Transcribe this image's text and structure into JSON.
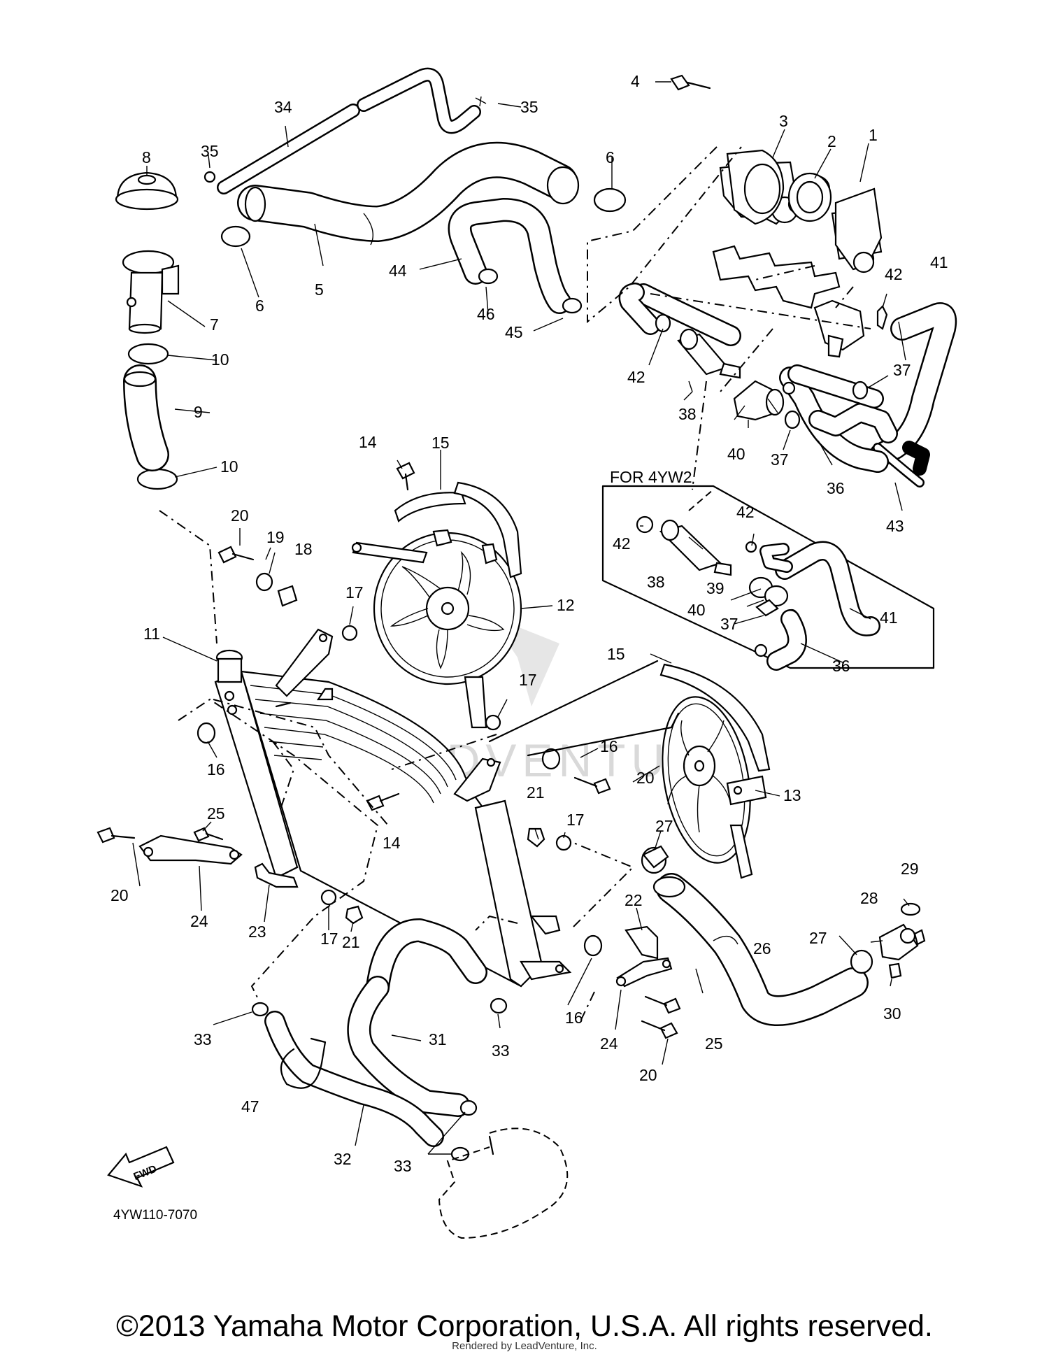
{
  "diagram": {
    "group_label": "FOR 4YW2",
    "reference_code": "4YW110-7070",
    "fwd_label": "FWD",
    "watermark": "LEADVENTURE",
    "callouts": [
      "1",
      "2",
      "3",
      "4",
      "5",
      "6",
      "7",
      "8",
      "9",
      "10",
      "11",
      "12",
      "13",
      "14",
      "15",
      "16",
      "17",
      "18",
      "19",
      "20",
      "21",
      "22",
      "23",
      "24",
      "25",
      "26",
      "27",
      "28",
      "29",
      "30",
      "31",
      "32",
      "33",
      "34",
      "35",
      "36",
      "37",
      "38",
      "39",
      "40",
      "41",
      "42",
      "43",
      "44",
      "45",
      "46",
      "47"
    ]
  },
  "footer": {
    "copyright": "©2013 Yamaha Motor Corporation, U.S.A. All rights reserved.",
    "rendered_by": "Rendered by LeadVenture, Inc."
  }
}
